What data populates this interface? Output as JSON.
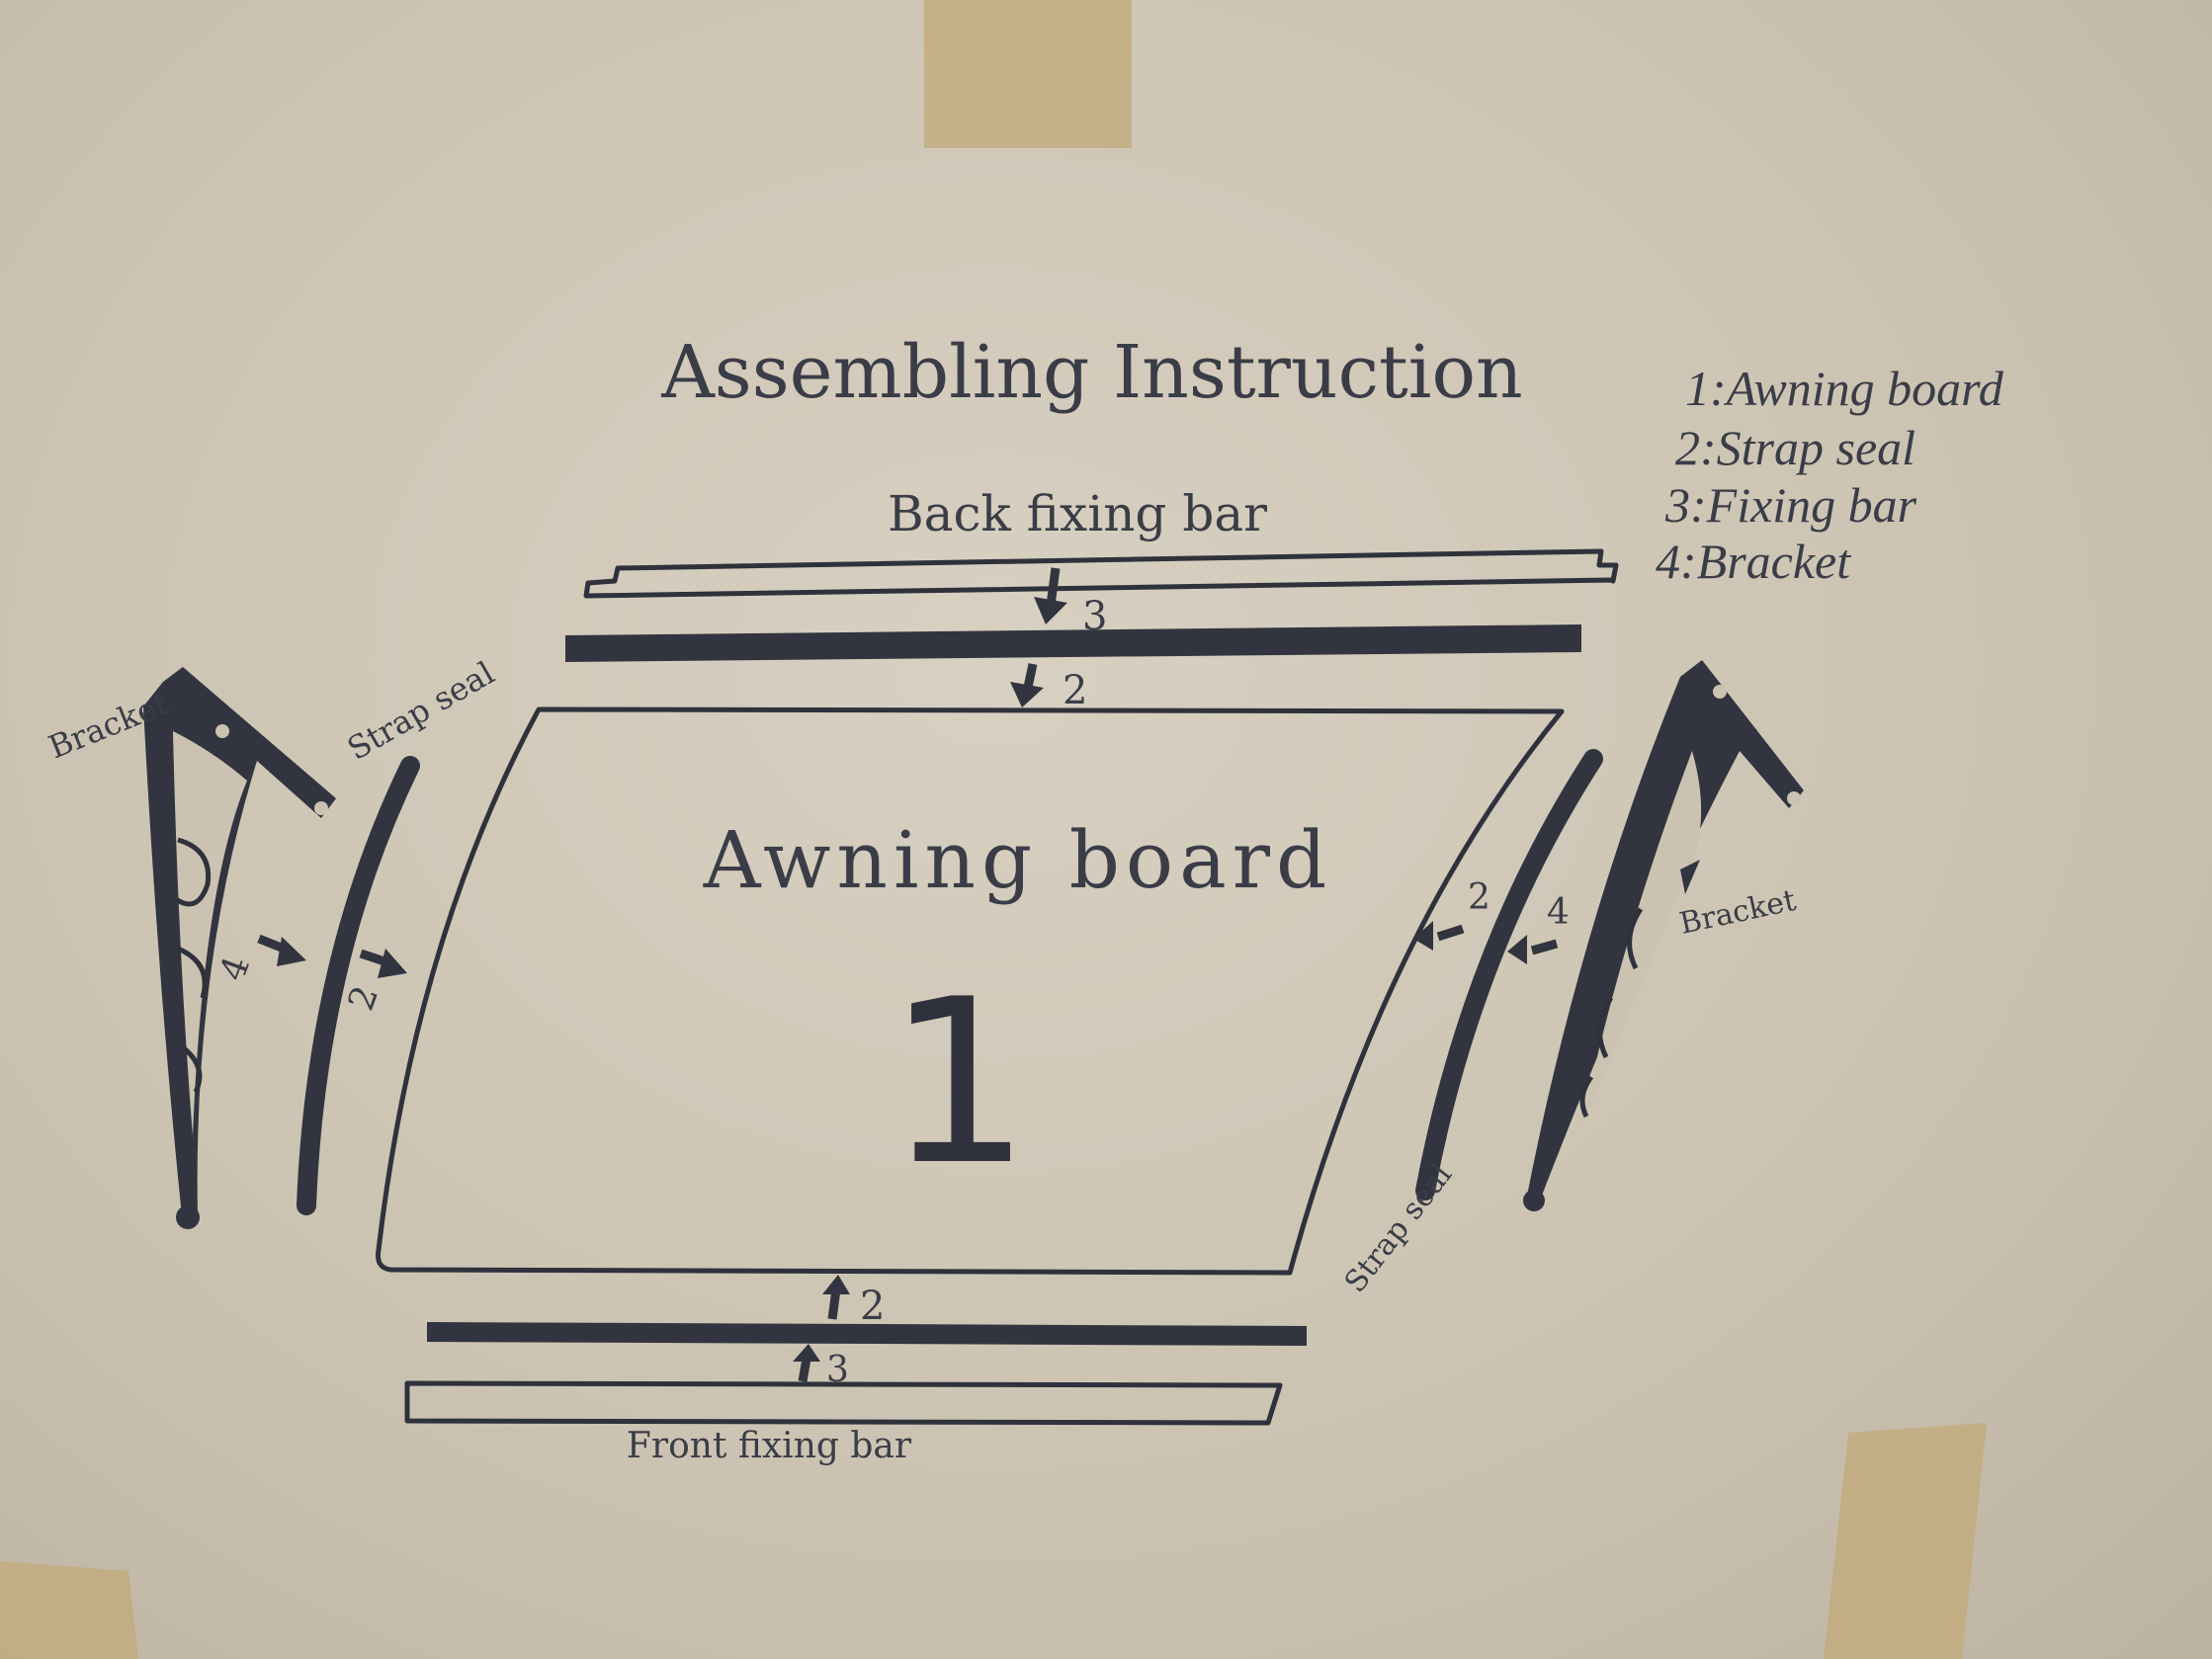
{
  "title": "Assembling Instruction",
  "legend": [
    "1:Awning board",
    "2:Strap seal",
    "3:Fixing bar",
    "4:Bracket"
  ],
  "labels": {
    "back_fixing_bar": "Back fixing bar",
    "front_fixing_bar": "Front fixing bar",
    "awning_board": "Awning board",
    "board_number": "1",
    "bracket_left": "Bracket",
    "bracket_right": "Bracket",
    "strap_seal_left": "Strap seal",
    "strap_seal_right": "Strap seal"
  },
  "step_markers": {
    "top_back_bar": "3",
    "top_strap": "2",
    "bottom_strap": "2",
    "bottom_front_bar": "3",
    "left_bracket": "4",
    "left_strap": "2",
    "right_strap": "2",
    "right_bracket": "4"
  },
  "colors": {
    "cardboard": "#cfc6b6",
    "ink": "#32353f",
    "tape": "#c2a97a"
  }
}
